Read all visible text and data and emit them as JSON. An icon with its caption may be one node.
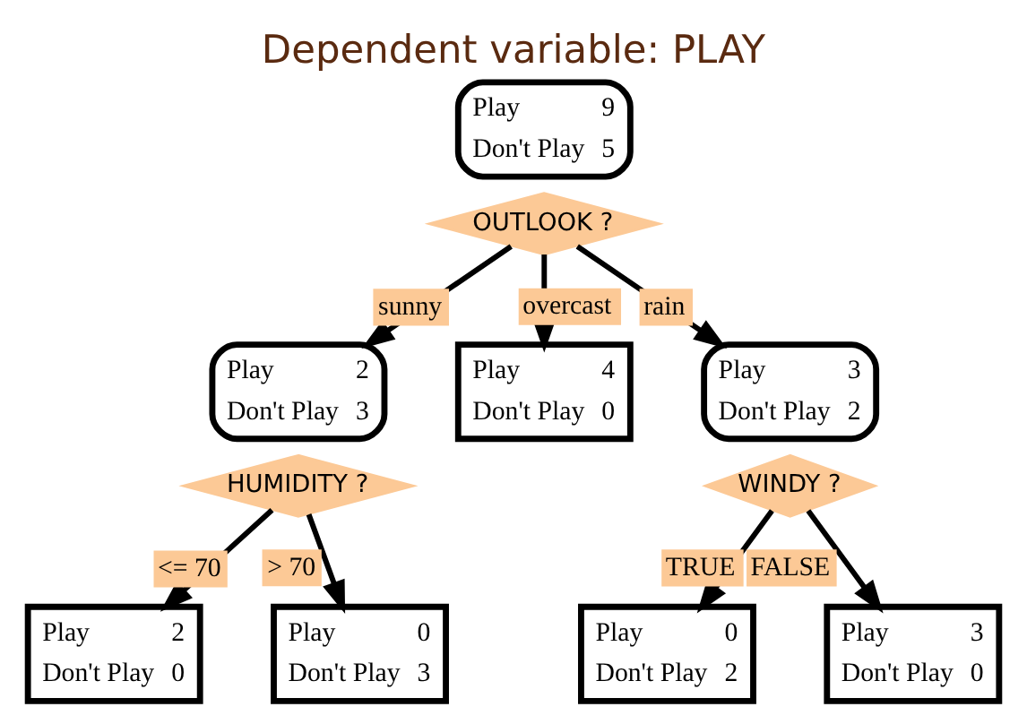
{
  "diagram": {
    "title": "Dependent variable: PLAY",
    "nodes": [
      {
        "text": [
          "Play",
          "9",
          "Don't Play",
          "5"
        ]
      },
      {
        "text": [
          "OUTLOOK ?"
        ]
      },
      {
        "text": [
          "Play",
          "2",
          "Don't Play",
          "3"
        ]
      },
      {
        "text": [
          "Play",
          "4",
          "Don't Play",
          "0"
        ]
      },
      {
        "text": [
          "Play",
          "3",
          "Don't Play",
          "2"
        ]
      },
      {
        "text": [
          "HUMIDITY ?"
        ]
      },
      {
        "text": [
          "WINDY ?"
        ]
      },
      {
        "text": [
          "Play",
          "2",
          "Don't Play",
          "0"
        ]
      },
      {
        "text": [
          "Play",
          "0",
          "Don't Play",
          "3"
        ]
      },
      {
        "text": [
          "Play",
          "0",
          "Don't Play",
          "2"
        ]
      },
      {
        "text": [
          "Play",
          "3",
          "Don't Play",
          "0"
        ]
      }
    ],
    "edges": [
      {
        "from": 1,
        "to": 2,
        "arrow": "to",
        "label": "sunny"
      },
      {
        "from": 1,
        "to": 3,
        "arrow": "to",
        "label": "overcast"
      },
      {
        "from": 1,
        "to": 4,
        "arrow": "to",
        "label": "rain"
      },
      {
        "from": 5,
        "to": 7,
        "arrow": "to",
        "label": "<= 70"
      },
      {
        "from": 5,
        "to": 8,
        "arrow": "to",
        "label": "> 70"
      },
      {
        "from": 6,
        "to": 9,
        "arrow": "to",
        "label": "TRUE"
      },
      {
        "from": 6,
        "to": 10,
        "arrow": "to",
        "label": "FALSE"
      }
    ]
  }
}
